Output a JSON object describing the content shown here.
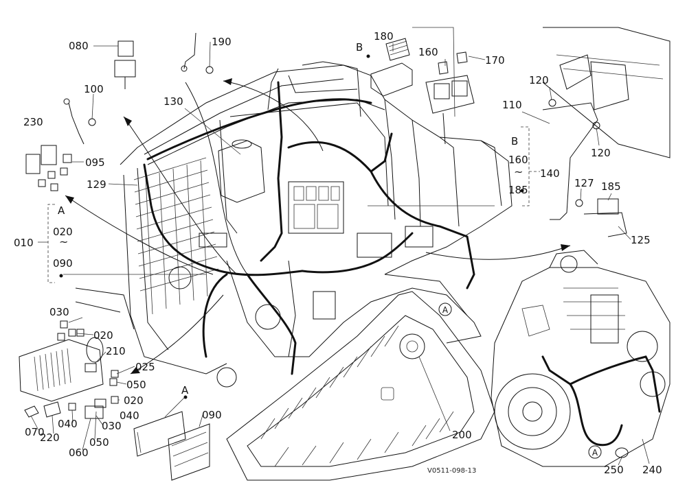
{
  "callouts": [
    {
      "id": "c080",
      "text": "080"
    },
    {
      "id": "c190",
      "text": "190"
    },
    {
      "id": "c180",
      "text": "180"
    },
    {
      "id": "cB1",
      "text": "B"
    },
    {
      "id": "c160",
      "text": "160"
    },
    {
      "id": "c170",
      "text": "170"
    },
    {
      "id": "c120a",
      "text": "120"
    },
    {
      "id": "c110",
      "text": "110"
    },
    {
      "id": "c120b",
      "text": "120"
    },
    {
      "id": "c100",
      "text": "100"
    },
    {
      "id": "c130",
      "text": "130"
    },
    {
      "id": "c230",
      "text": "230"
    },
    {
      "id": "c095",
      "text": "095"
    },
    {
      "id": "c129",
      "text": "129"
    },
    {
      "id": "cA1",
      "text": "A"
    },
    {
      "id": "c020a",
      "text": "020"
    },
    {
      "id": "c090a",
      "text": "090"
    },
    {
      "id": "c010",
      "text": "010"
    },
    {
      "id": "cB2",
      "text": "B"
    },
    {
      "id": "c160b",
      "text": "160"
    },
    {
      "id": "c185a",
      "text": "185"
    },
    {
      "id": "c140",
      "text": "140"
    },
    {
      "id": "c127",
      "text": "127"
    },
    {
      "id": "c185b",
      "text": "185"
    },
    {
      "id": "c125",
      "text": "125"
    },
    {
      "id": "c030a",
      "text": "030"
    },
    {
      "id": "c020b",
      "text": "020"
    },
    {
      "id": "c210",
      "text": "210"
    },
    {
      "id": "c025",
      "text": "025"
    },
    {
      "id": "c050a",
      "text": "050"
    },
    {
      "id": "c020c",
      "text": "020"
    },
    {
      "id": "cA2",
      "text": "A"
    },
    {
      "id": "c090b",
      "text": "090"
    },
    {
      "id": "c040a",
      "text": "040"
    },
    {
      "id": "c040b",
      "text": "040"
    },
    {
      "id": "c030b",
      "text": "030"
    },
    {
      "id": "c070",
      "text": "070"
    },
    {
      "id": "c220",
      "text": "220"
    },
    {
      "id": "c050b",
      "text": "050"
    },
    {
      "id": "c060",
      "text": "060"
    },
    {
      "id": "c200",
      "text": "200"
    },
    {
      "id": "c250",
      "text": "250"
    },
    {
      "id": "c240",
      "text": "240"
    }
  ],
  "circle_markers": [
    {
      "id": "m1",
      "text": "A"
    },
    {
      "id": "m2",
      "text": "A"
    }
  ],
  "tildes": [
    {
      "id": "t1",
      "text": "~"
    },
    {
      "id": "t2",
      "text": "~"
    }
  ],
  "figure_code": "V0511-098-13"
}
